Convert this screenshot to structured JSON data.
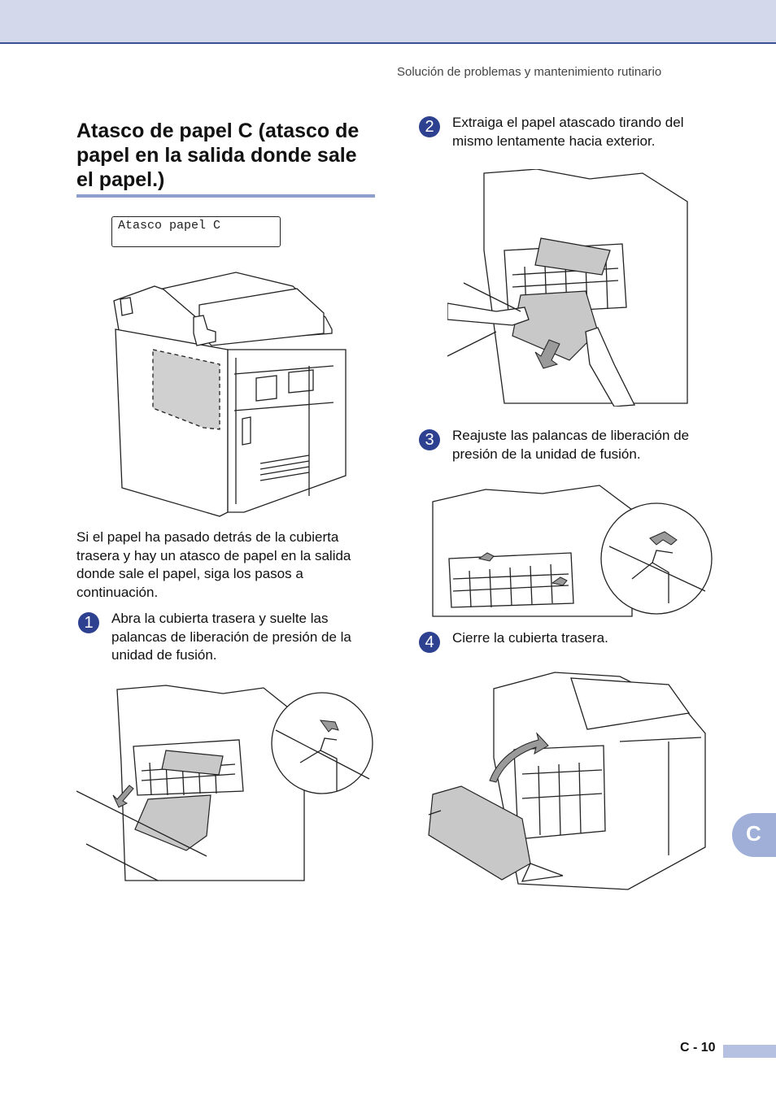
{
  "header": {
    "running_head": "Solución de problemas y mantenimiento rutinario"
  },
  "section": {
    "title": "Atasco de papel C (atasco de papel en la salida donde sale el papel.)",
    "lcd_message": "Atasco papel C",
    "intro": "Si el papel ha pasado detrás de la cubierta trasera y hay un atasco de papel en la salida donde sale el papel, siga los pasos a continuación."
  },
  "steps": [
    {
      "number": "1",
      "text": "Abra la cubierta trasera y suelte las palancas de liberación de presión de la unidad de fusión."
    },
    {
      "number": "2",
      "text": "Extraiga el papel atascado tirando del mismo lentamente hacia exterior."
    },
    {
      "number": "3",
      "text": "Reajuste las palancas de liberación de presión de la unidad de fusión."
    },
    {
      "number": "4",
      "text": "Cierre la cubierta trasera."
    }
  ],
  "footer": {
    "side_tab": "C",
    "page_number": "C - 10"
  },
  "colors": {
    "header_band": "#d3d9ea",
    "accent_blue": "#2d4190",
    "title_rule": "#8e9fcd",
    "side_tab": "#9fafd8"
  }
}
